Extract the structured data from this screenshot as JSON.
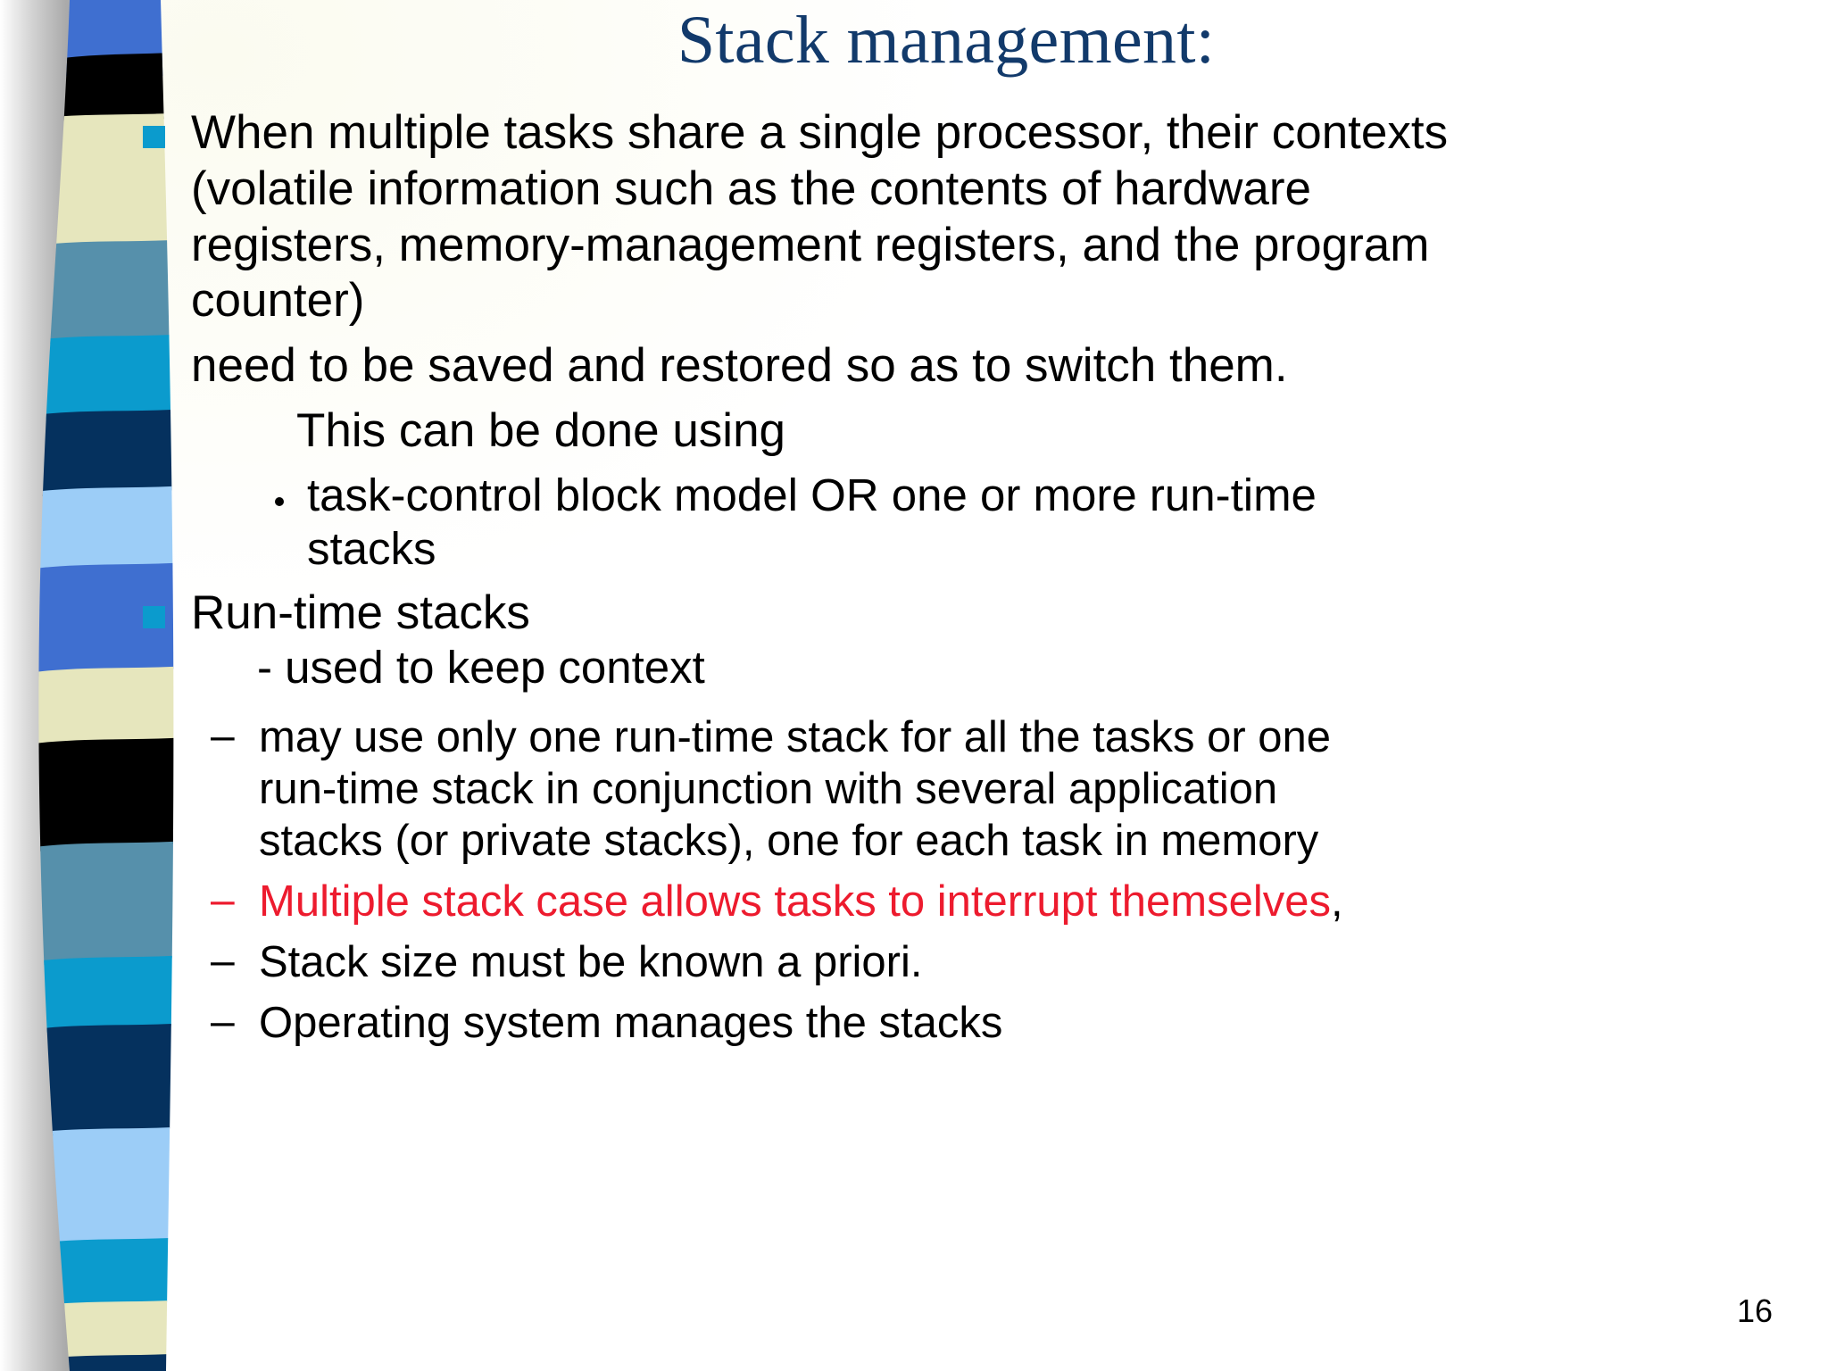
{
  "slide": {
    "title": "Stack management:",
    "page_number": "16",
    "accent_bullet_color": "#0b9bcd",
    "title_color": "#123a6b",
    "highlight_color": "#ed1b2e",
    "background_color": "#ffffff"
  },
  "content": {
    "b1_line1": "When multiple tasks share a single processor, their contexts",
    "b1_line2": "(volatile information such as the contents of hardware",
    "b1_line3": "registers, memory-management registers, and the program",
    "b1_line4": "counter)",
    "b1_line5": "need to be saved and restored so as to switch them.",
    "b1_line6": "This can be done using",
    "dot1_line1": "task-control block model   OR    one or more run-time",
    "dot1_line2": "stacks",
    "b2_line1": "Run-time stacks",
    "b2_sub1": "- used to keep context",
    "dash1_line1": "may use only one run-time stack for all the tasks or one",
    "dash1_line2": "run-time stack in conjunction with several application",
    "dash1_line3": "stacks (or private stacks), one for each task in memory",
    "dash2_red": "Multiple stack case allows tasks to interrupt themselves",
    "dash2_tail": ",",
    "dash3": "Stack size must be known a priori.",
    "dash4": "Operating system manages the stacks",
    "dash_mark": "–",
    "stripe_colors": [
      "#3f6fd0",
      "#000000",
      "#e6e6bd",
      "#5690ab",
      "#0b9bcd",
      "#05315e",
      "#9ccdf7",
      "#3f6fd0",
      "#e6e6bd",
      "#000000",
      "#5690ab",
      "#0b9bcd",
      "#05315e",
      "#9ccdf7",
      "#0b9bcd",
      "#e6e6bd",
      "#05315e"
    ]
  }
}
